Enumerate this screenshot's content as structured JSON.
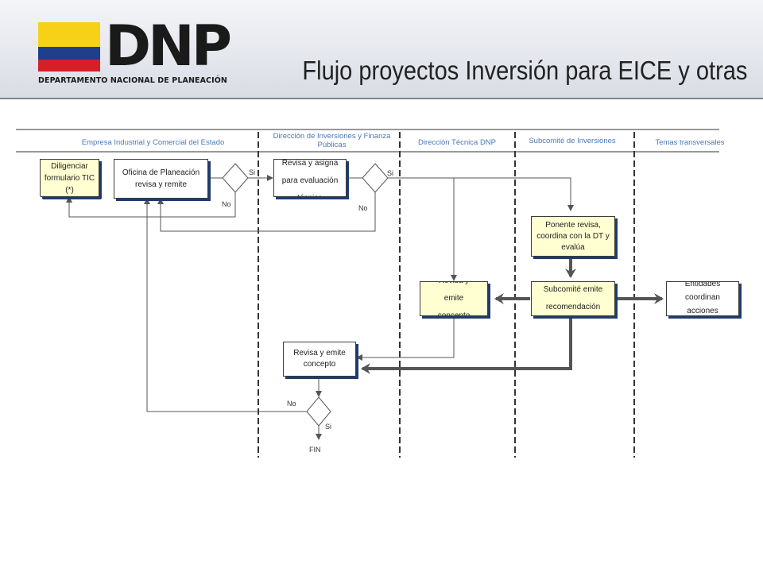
{
  "header": {
    "logo_text": "DNP",
    "org_name": "DEPARTAMENTO NACIONAL DE PLANEACIÓN",
    "title": "Flujo proyectos Inversión para EICE y otras",
    "flag_colors": [
      "#f7d117",
      "#1f3e8c",
      "#d61f26"
    ]
  },
  "lanes": [
    "Empresa Industrial y Comercial del Estado",
    "Dirección de Inversiones y Finanza Públicas",
    "Dirección Técnica DNP",
    "Subcomité de Inversiones",
    "Temas transversales"
  ],
  "nodes": {
    "diligenciar": "Diligenciar formulario TIC (*)",
    "oficina": "Oficina de Planeación revisa y remite",
    "revisa_asigna": "Revisa y asigna para evaluación técnica",
    "ponente": "Ponente revisa, coordina con la DT y evalúa",
    "revisa_dt": "Revisa y emite concepto",
    "subcomite": "Subcomité emite recomendación",
    "entidades": "Entidades coordinan acciones",
    "revisa_final": "Revisa y emite concepto",
    "fin": "FIN"
  },
  "labels": {
    "si": "Si",
    "no": "No"
  },
  "colors": {
    "lane_text": "#4a78b8",
    "box_shadow": "#1f3b6e",
    "yellow_box": "#ffffd2",
    "thick_arrow": "#555555"
  }
}
